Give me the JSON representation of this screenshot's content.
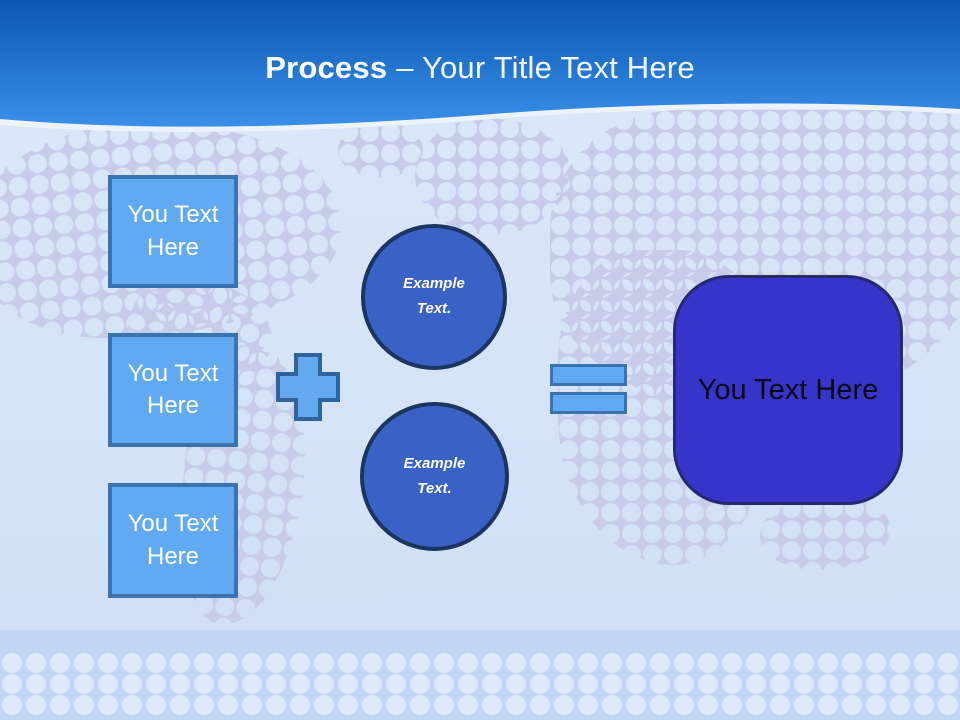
{
  "header": {
    "title_emphasis": "Process",
    "title_rest": "– Your Title Text Here"
  },
  "diagram": {
    "input_boxes": [
      {
        "label": "You Text Here"
      },
      {
        "label": "You Text Here"
      },
      {
        "label": "You Text Here"
      }
    ],
    "operators": [
      {
        "icon": "plus-icon",
        "meaning": "plus"
      },
      {
        "icon": "equals-icon",
        "meaning": "equals"
      }
    ],
    "process_circles": [
      {
        "label": "Example Text."
      },
      {
        "label": "Example Text."
      }
    ],
    "result_box": {
      "label": "You Text Here"
    }
  },
  "colors": {
    "header_gradient_top": "#0A57B2",
    "header_gradient_bottom": "#3B8FE8",
    "box_fill": "#61AAF2",
    "box_border": "#3A74AE",
    "circle_fill": "#3A62C6",
    "circle_border": "#1B3560",
    "result_fill": "#3634C9",
    "result_border": "#232B6E",
    "map_pattern": "#C8CCEA",
    "bottom_band": "#C3D6F3",
    "band_dots": "#DCEAFA"
  }
}
